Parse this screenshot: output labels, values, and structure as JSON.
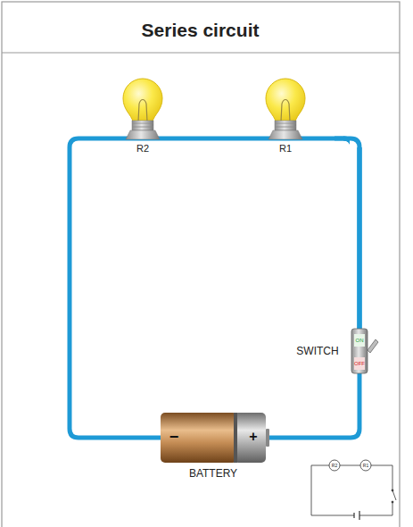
{
  "diagram": {
    "title": "Series circuit",
    "labels": [
      "R2",
      "R1",
      "SWITCH",
      "ON",
      "OFF",
      "−",
      "+",
      "BATTERY",
      "R2",
      "R1"
    ]
  }
}
